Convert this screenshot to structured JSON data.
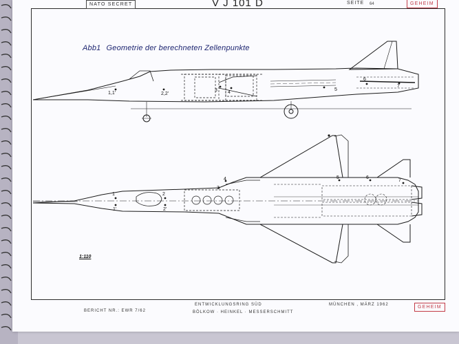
{
  "header": {
    "classification_left": "NATO SECRET",
    "title": "V J 101 D",
    "page_label": "SEITE",
    "page_number": "64",
    "classification_right": "GEHEIM"
  },
  "caption": {
    "figure": "Abb1",
    "text": "Geometrie der berechneten Zellenpunkte"
  },
  "side_view_points": [
    "1,1'",
    "2,2'",
    "3",
    "4",
    "5",
    "6",
    "7"
  ],
  "plan_view_points": [
    "1",
    "1'",
    "2",
    "2'",
    "3",
    "4",
    "5",
    "6",
    "7"
  ],
  "scale": "1:110",
  "footer": {
    "report": "BERICHT NR.: EWR 7/62",
    "org_line1": "ENTWICKLUNGSRING SÜD",
    "org_line2": "BÖLKOW · HEINKEL · MESSERSCHMITT",
    "date": "MÜNCHEN ,  MÄRZ 1962",
    "classification": "GEHEIM"
  },
  "colors": {
    "stamp_red": "#c23a46",
    "caption_blue": "#1c2470",
    "line": "#1a1a1a"
  }
}
